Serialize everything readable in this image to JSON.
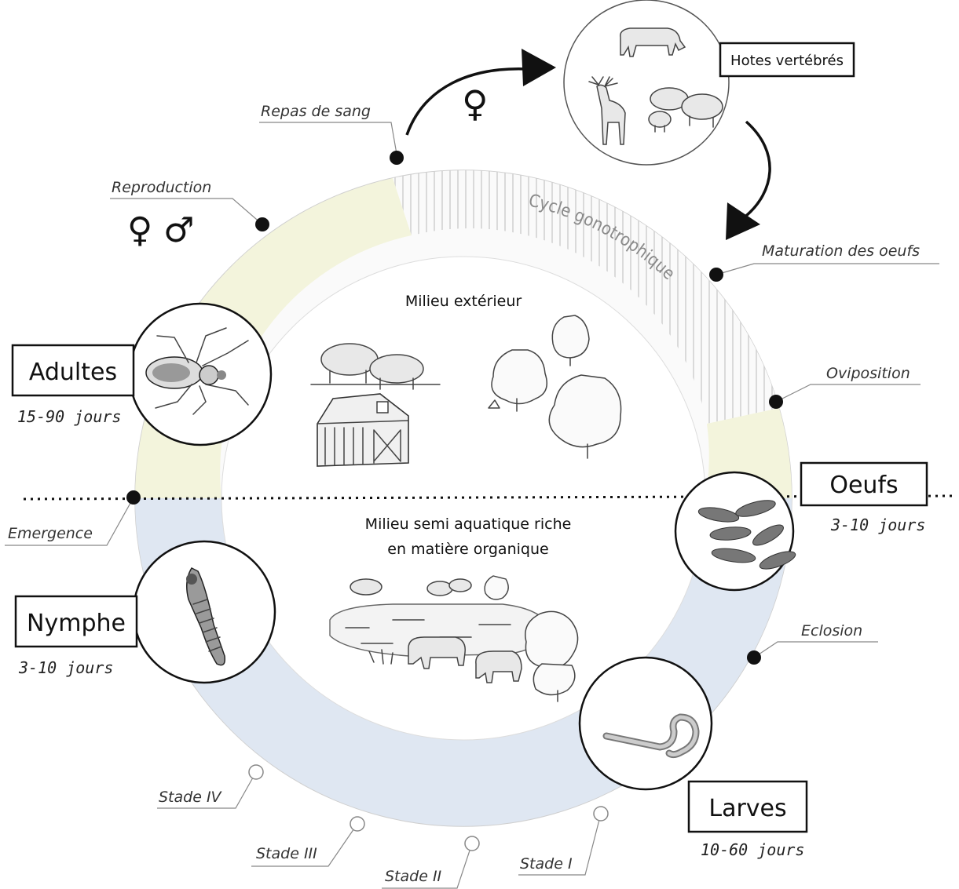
{
  "labels": {
    "repas": "Repas de sang",
    "reproduction": "Reproduction",
    "maturation": "Maturation des oeufs",
    "oviposition": "Oviposition",
    "emergence": "Emergence",
    "eclosion": "Eclosion",
    "stade_iv": "Stade IV",
    "stade_iii": "Stade III",
    "stade_ii": "Stade II",
    "stade_i": "Stade I",
    "hotes": "Hotes vertébrés",
    "cycle": "Cycle gonotrophique",
    "female_symbol": "♀",
    "male_symbol": "♂"
  },
  "stages": {
    "adultes": {
      "name": "Adultes",
      "duration": "15-90 jours"
    },
    "oeufs": {
      "name": "Oeufs",
      "duration": "3-10 jours"
    },
    "nymphe": {
      "name": "Nymphe",
      "duration": "3-10 jours"
    },
    "larves": {
      "name": "Larves",
      "duration": "10-60 jours"
    }
  },
  "environments": {
    "exterieur": "Milieu extérieur",
    "aquatique_line1": "Milieu semi aquatique riche",
    "aquatique_line2": "en matière organique"
  },
  "colors": {
    "adult_band": "#f3f4dc",
    "aquatic_band": "#dfe7f2",
    "cycle_hatch": "#cfcfcf"
  },
  "icons": [
    "cow-icon",
    "deer-icon",
    "sheep-icon",
    "midge-icon",
    "eggs-icon",
    "pupa-icon",
    "larva-icon",
    "barn-icon",
    "tree-icon",
    "pond-icon"
  ]
}
